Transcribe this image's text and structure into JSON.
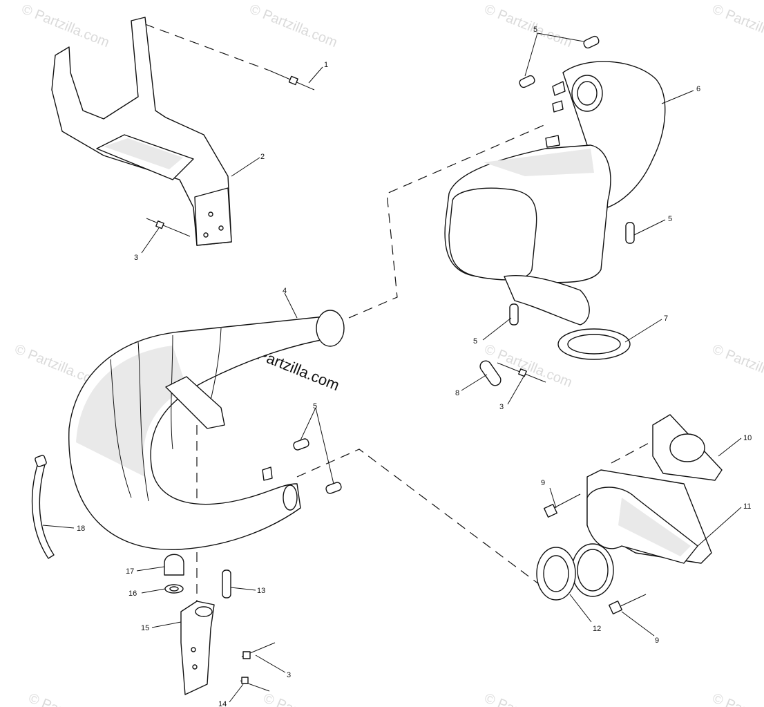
{
  "watermark": {
    "text": "© Partzilla.com",
    "center_text": "© Partzilla.com"
  },
  "callouts": {
    "c1": "1",
    "c2": "2",
    "c3a": "3",
    "c3b": "3",
    "c3c": "3",
    "c4": "4",
    "c5a": "5",
    "c5b": "5",
    "c5c": "5",
    "c5d": "5",
    "c6": "6",
    "c7": "7",
    "c8": "8",
    "c9a": "9",
    "c9b": "9",
    "c10": "10",
    "c11": "11",
    "c12": "12",
    "c13": "13",
    "c14": "14",
    "c15": "15",
    "c16": "16",
    "c17": "17",
    "c18": "18"
  }
}
